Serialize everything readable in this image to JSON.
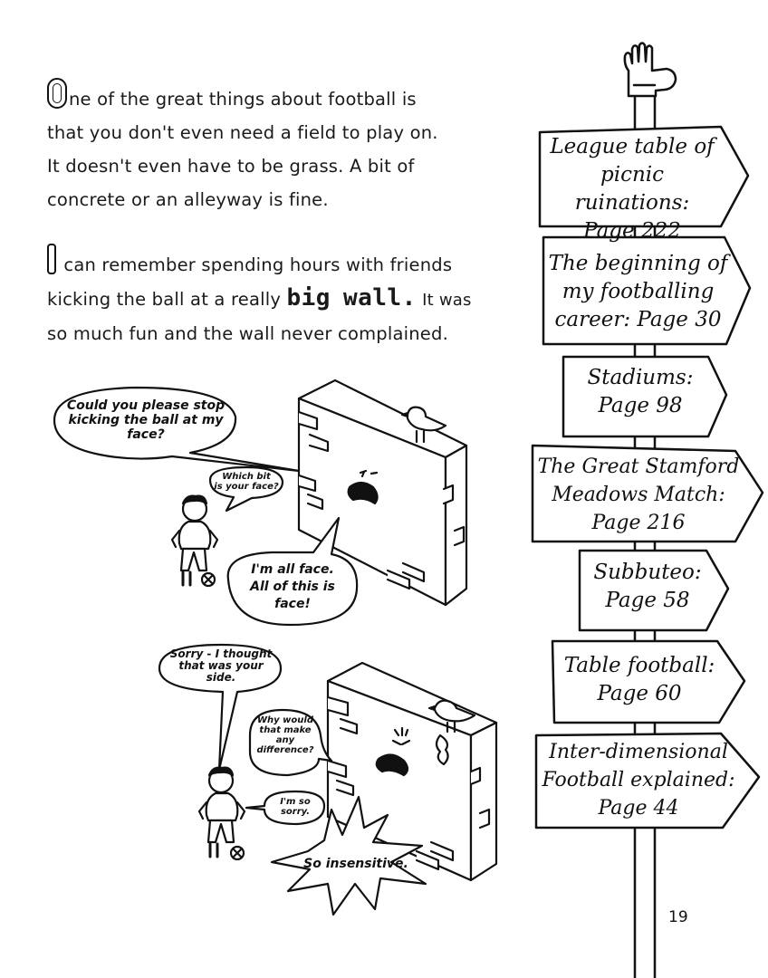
{
  "paragraph1": {
    "dropcap": "O",
    "lines": [
      "ne of the great things about football is",
      "that you don't even need a field to play on.",
      "It doesn't even have to be grass. A bit of",
      "concrete or an alleyway is fine."
    ]
  },
  "paragraph2": {
    "dropcap": "I",
    "line1": "can remember spending hours with friends",
    "line2_before": "kicking the ball at a really",
    "big": "big",
    "wall": "wall.",
    "line2_after": "It was",
    "line3": "so much fun and the wall never complained."
  },
  "comic1": {
    "wall_bubble": [
      "Could you please stop",
      "kicking the ball at my",
      "face?"
    ],
    "kid_bubble": [
      "Which bit",
      "is your face?"
    ],
    "wall_reply": [
      "I'm all face.",
      "All of this is",
      "face!"
    ]
  },
  "comic2": {
    "kid_bubble": [
      "Sorry - I thought",
      "that was your",
      "side."
    ],
    "wall_bubble": [
      "Why would",
      "that make",
      "any",
      "difference?"
    ],
    "kid_reply": [
      "I'm so",
      "sorry."
    ],
    "wall_shout": "So insensitive."
  },
  "signpost": [
    {
      "lines": [
        "League table of",
        "picnic ruinations:",
        "Page 222"
      ]
    },
    {
      "lines": [
        "The beginning of",
        "my footballing",
        "career: Page 30"
      ]
    },
    {
      "lines": [
        "Stadiums:",
        "Page 98"
      ]
    },
    {
      "lines": [
        "The Great Stamford",
        "Meadows Match:",
        "Page 216"
      ]
    },
    {
      "lines": [
        "Subbuteo:",
        "Page 58"
      ]
    },
    {
      "lines": [
        "Table football:",
        "Page 60"
      ]
    },
    {
      "lines": [
        "Inter-dimensional",
        "Football explained:",
        "Page 44"
      ]
    }
  ],
  "page_number": "19",
  "colors": {
    "ink": "#111111",
    "paper": "#ffffff"
  }
}
